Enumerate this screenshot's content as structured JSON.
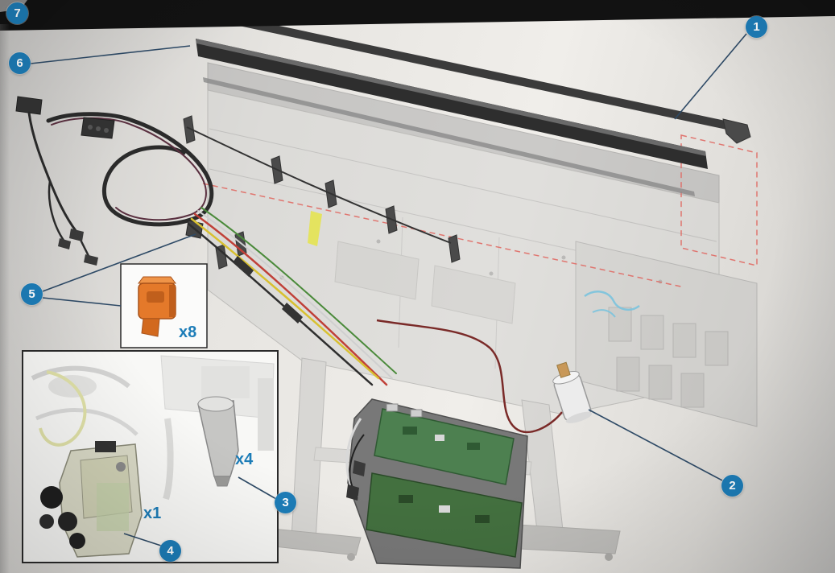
{
  "diagram": {
    "callouts": [
      {
        "number": "1"
      },
      {
        "number": "2"
      },
      {
        "number": "3"
      },
      {
        "number": "4"
      },
      {
        "number": "5"
      },
      {
        "number": "6"
      },
      {
        "number": "7"
      }
    ],
    "quantities": {
      "clip": "x8",
      "cone": "x4",
      "assembly": "x1"
    },
    "colors": {
      "callout_blue": "#1d7db8",
      "quantity_label_blue": "#1d7db8",
      "clip_orange": "#e4792a",
      "dashed_guide_red": "#e06a64",
      "pcb_green": "#4d8050",
      "bezel_black": "#121212"
    }
  }
}
